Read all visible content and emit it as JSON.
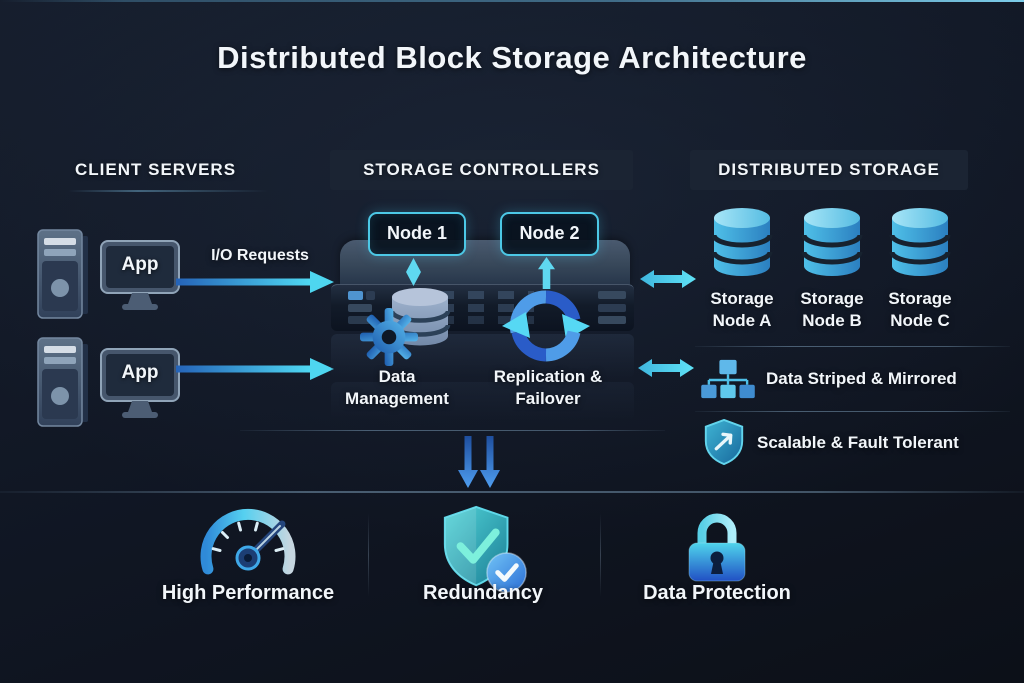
{
  "title": "Distributed Block Storage Architecture",
  "columns": {
    "clients": {
      "header": "CLIENT SERVERS",
      "app_label": "App",
      "io_label": "I/O Requests"
    },
    "controllers": {
      "header": "STORAGE CONTROLLERS",
      "node1_label": "Node 1",
      "node2_label": "Node 2",
      "data_mgmt_label": "Data Management",
      "replication_label": "Replication & Failover"
    },
    "storage": {
      "header": "DISTRIBUTED STORAGE",
      "node_labels": [
        "Storage Node A",
        "Storage Node B",
        "Storage Node C"
      ],
      "striped_label": "Data Striped & Mirrored",
      "scalable_label": "Scalable & Fault Tolerant"
    }
  },
  "footer": {
    "items": [
      {
        "label": "High Performance"
      },
      {
        "label": "Redundancy"
      },
      {
        "label": "Data Protection"
      }
    ]
  },
  "icons": {
    "client_server": "server-tower",
    "app_terminal": "monitor",
    "io_flow": "arrow-right",
    "controller_link": "arrow-both-ways",
    "node_pointer": "diamond-and-up-arrow",
    "data_management": "gear-with-database",
    "replication": "sync-circular-arrows",
    "storage_node": "database-cylinder",
    "striped": "topology-tree",
    "scalable": "shield-arrow",
    "performance": "speed-gauge",
    "redundancy": "shield-check-badge",
    "protection": "padlock"
  },
  "colors": {
    "background": "#111827",
    "accent_cyan": "#4fd0ea",
    "arrow_blue": "#2563b8",
    "arrow_cyan_tip": "#4fd8f2",
    "node_border": "#4cc8e6",
    "header_band": "#1b2433",
    "text": "#f2f6fa"
  }
}
